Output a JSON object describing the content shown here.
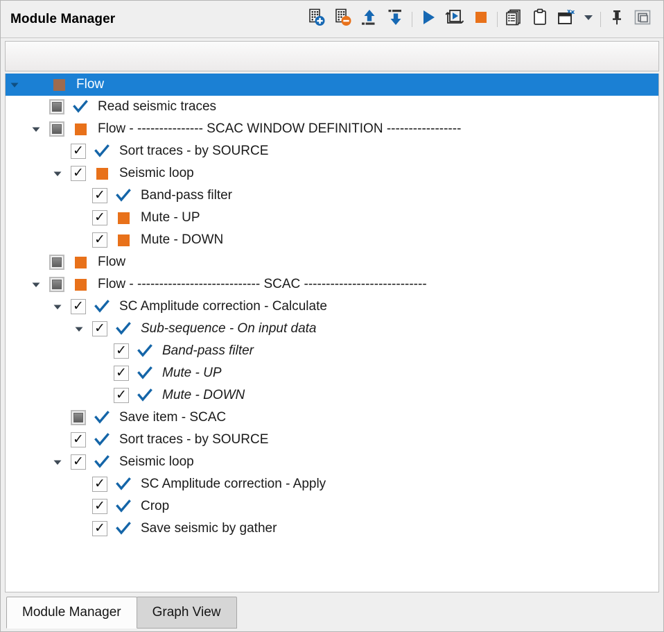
{
  "window": {
    "title": "Module Manager"
  },
  "toolbar": {
    "buttons": [
      {
        "name": "add-module-button",
        "icon": "add-module-icon",
        "tooltip": "Add module"
      },
      {
        "name": "remove-module-button",
        "icon": "remove-module-icon",
        "tooltip": "Remove module"
      },
      {
        "name": "move-up-button",
        "icon": "move-up-icon",
        "tooltip": "Move up"
      },
      {
        "name": "move-down-button",
        "icon": "move-down-icon",
        "tooltip": "Move down"
      },
      {
        "name": "separator-1",
        "icon": "separator",
        "tooltip": ""
      },
      {
        "name": "run-button",
        "icon": "play-icon",
        "tooltip": "Run"
      },
      {
        "name": "step-button",
        "icon": "step-icon",
        "tooltip": "Run step"
      },
      {
        "name": "stop-button",
        "icon": "stop-icon",
        "tooltip": "Stop"
      },
      {
        "name": "separator-2",
        "icon": "separator",
        "tooltip": ""
      },
      {
        "name": "log-button",
        "icon": "list-pages-icon",
        "tooltip": "Show log"
      },
      {
        "name": "clipboard-button",
        "icon": "clipboard-icon",
        "tooltip": "Clipboard"
      },
      {
        "name": "clear-window-button",
        "icon": "window-clear-icon",
        "tooltip": "Clear"
      },
      {
        "name": "clear-window-dropdown",
        "icon": "chevron-down-icon",
        "tooltip": "More"
      },
      {
        "name": "separator-3",
        "icon": "separator",
        "tooltip": ""
      },
      {
        "name": "pin-button",
        "icon": "pin-icon",
        "tooltip": "Pin window"
      },
      {
        "name": "detach-button",
        "icon": "detach-window-icon",
        "tooltip": "Detach window"
      }
    ]
  },
  "filter_bar": {
    "value": "",
    "placeholder": ""
  },
  "tree": {
    "rows": [
      {
        "indent": 0,
        "twisty": "down",
        "checkbox": "none",
        "status": "square",
        "label": "Flow",
        "italic": false,
        "selected": true
      },
      {
        "indent": 1,
        "twisty": "none",
        "checkbox": "partial",
        "status": "check",
        "label": "Read seismic traces",
        "italic": false,
        "selected": false
      },
      {
        "indent": 1,
        "twisty": "down",
        "checkbox": "partial",
        "status": "square",
        "label": "Flow - --------------- SCAC WINDOW DEFINITION -----------------",
        "italic": false,
        "selected": false
      },
      {
        "indent": 2,
        "twisty": "none",
        "checkbox": "checked",
        "status": "check",
        "label": "Sort traces - by SOURCE",
        "italic": false,
        "selected": false
      },
      {
        "indent": 2,
        "twisty": "down",
        "checkbox": "checked",
        "status": "square",
        "label": "Seismic loop",
        "italic": false,
        "selected": false
      },
      {
        "indent": 3,
        "twisty": "none",
        "checkbox": "checked",
        "status": "check",
        "label": "Band-pass filter",
        "italic": false,
        "selected": false
      },
      {
        "indent": 3,
        "twisty": "none",
        "checkbox": "checked",
        "status": "square",
        "label": "Mute - UP",
        "italic": false,
        "selected": false
      },
      {
        "indent": 3,
        "twisty": "none",
        "checkbox": "checked",
        "status": "square",
        "label": "Mute - DOWN",
        "italic": false,
        "selected": false
      },
      {
        "indent": 1,
        "twisty": "none",
        "checkbox": "partial",
        "status": "square",
        "label": "Flow",
        "italic": false,
        "selected": false
      },
      {
        "indent": 1,
        "twisty": "down",
        "checkbox": "partial",
        "status": "square",
        "label": "Flow - ---------------------------- SCAC ----------------------------",
        "italic": false,
        "selected": false
      },
      {
        "indent": 2,
        "twisty": "down",
        "checkbox": "checked",
        "status": "check",
        "label": "SC Amplitude correction - Calculate",
        "italic": false,
        "selected": false
      },
      {
        "indent": 3,
        "twisty": "down",
        "checkbox": "checked",
        "status": "check",
        "label": "Sub-sequence - On input data",
        "italic": true,
        "selected": false
      },
      {
        "indent": 4,
        "twisty": "none",
        "checkbox": "checked",
        "status": "check",
        "label": "Band-pass filter",
        "italic": true,
        "selected": false
      },
      {
        "indent": 4,
        "twisty": "none",
        "checkbox": "checked",
        "status": "check",
        "label": "Mute - UP",
        "italic": true,
        "selected": false
      },
      {
        "indent": 4,
        "twisty": "none",
        "checkbox": "checked",
        "status": "check",
        "label": "Mute - DOWN",
        "italic": true,
        "selected": false
      },
      {
        "indent": 2,
        "twisty": "none",
        "checkbox": "partial",
        "status": "check",
        "label": "Save item - SCAC",
        "italic": false,
        "selected": false
      },
      {
        "indent": 2,
        "twisty": "none",
        "checkbox": "checked",
        "status": "check",
        "label": "Sort traces - by SOURCE",
        "italic": false,
        "selected": false
      },
      {
        "indent": 2,
        "twisty": "down",
        "checkbox": "checked",
        "status": "check",
        "label": "Seismic loop",
        "italic": false,
        "selected": false
      },
      {
        "indent": 3,
        "twisty": "none",
        "checkbox": "checked",
        "status": "check",
        "label": "SC Amplitude correction - Apply",
        "italic": false,
        "selected": false
      },
      {
        "indent": 3,
        "twisty": "none",
        "checkbox": "checked",
        "status": "check",
        "label": "Crop",
        "italic": false,
        "selected": false
      },
      {
        "indent": 3,
        "twisty": "none",
        "checkbox": "checked",
        "status": "check",
        "label": "Save seismic by gather",
        "italic": false,
        "selected": false
      }
    ]
  },
  "tabs": [
    {
      "label": "Module Manager",
      "active": true
    },
    {
      "label": "Graph View",
      "active": false
    }
  ],
  "colors": {
    "selection_blue": "#1b80d4",
    "status_orange": "#e8711a",
    "status_check_blue": "#1465a8",
    "accent_blue": "#1668b3",
    "window_bg": "#efefef",
    "tree_bg": "#ffffff"
  }
}
